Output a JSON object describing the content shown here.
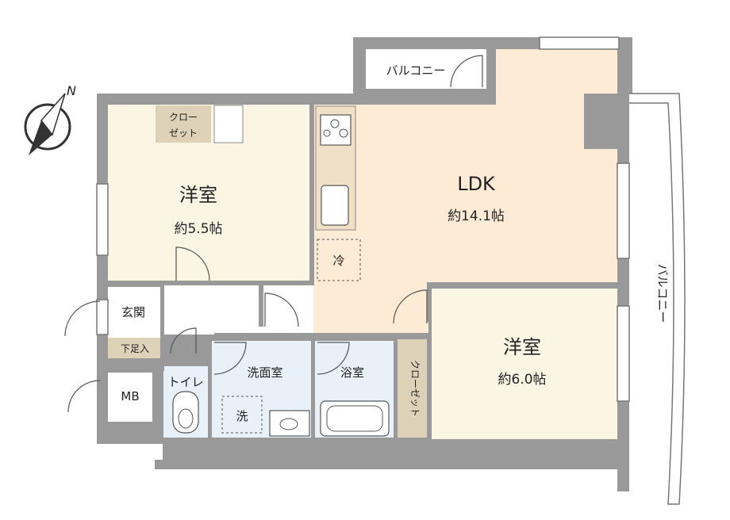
{
  "compass": {
    "north_label": "N"
  },
  "rooms": {
    "western_room_1": {
      "name": "洋室",
      "size": "約5.5帖"
    },
    "western_room_2": {
      "name": "洋室",
      "size": "約6.0帖"
    },
    "ldk": {
      "name": "LDK",
      "size": "約14.1帖"
    },
    "entrance": {
      "name": "玄関"
    },
    "shoe_storage": {
      "name": "下足入"
    },
    "toilet": {
      "name": "トイレ"
    },
    "washroom": {
      "name": "洗面室"
    },
    "bathroom": {
      "name": "浴室"
    },
    "mb": {
      "name": "MB"
    },
    "closet_1": {
      "line1": "クロー",
      "line2": "ゼット"
    },
    "closet_2": {
      "name": "クローゼット"
    }
  },
  "fixtures": {
    "fridge": "冷",
    "washer": "洗"
  },
  "balconies": {
    "top": "バルコニー",
    "right": "バルコニー"
  },
  "colors": {
    "wall": "#999999",
    "room_cream": "#fbf6e4",
    "ldk_floor": "#fdebd5",
    "wet_area": "#e8f0f8",
    "closet": "#ddd2b8",
    "kitchen_counter": "#f0e0c8"
  }
}
